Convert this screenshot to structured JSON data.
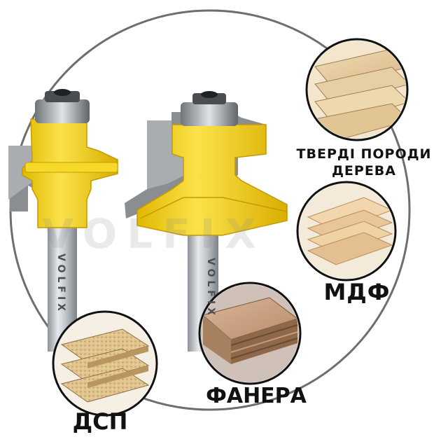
{
  "labels": {
    "hardwood_line1": "ТВЕРДІ ПОРОДИ",
    "hardwood_line2": "ДЕРЕВА",
    "mdf": "МДФ",
    "plywood": "ФАНЕРА",
    "dsp": "ДСП"
  },
  "brand": {
    "watermark": "VOLFIX",
    "shank_text": "VOLFIX"
  },
  "colors": {
    "cutter_yellow": "#f3d21c",
    "shank_gray": "#b9bec4",
    "wood_light": "#e3c79a"
  }
}
